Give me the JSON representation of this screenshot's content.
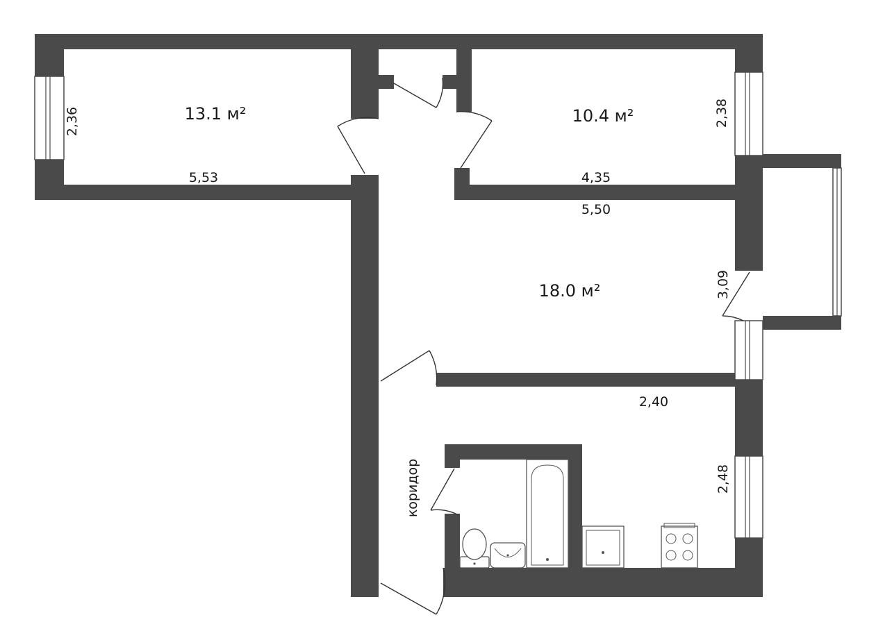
{
  "rooms": {
    "room_left": {
      "area": "13.1 м²",
      "width": "5,53",
      "depth": "2,36"
    },
    "room_right": {
      "area": "10.4 м²",
      "width": "4,35",
      "depth": "2,38"
    },
    "living_room": {
      "area": "18.0 м²",
      "width": "5,50",
      "depth": "3,09"
    },
    "kitchen": {
      "width": "2,40",
      "depth": "2,48"
    },
    "corridor": {
      "label": "коридор"
    }
  },
  "colors": {
    "wall": "#4a4a4a",
    "background": "#ffffff",
    "text": "#1a1a1a"
  }
}
